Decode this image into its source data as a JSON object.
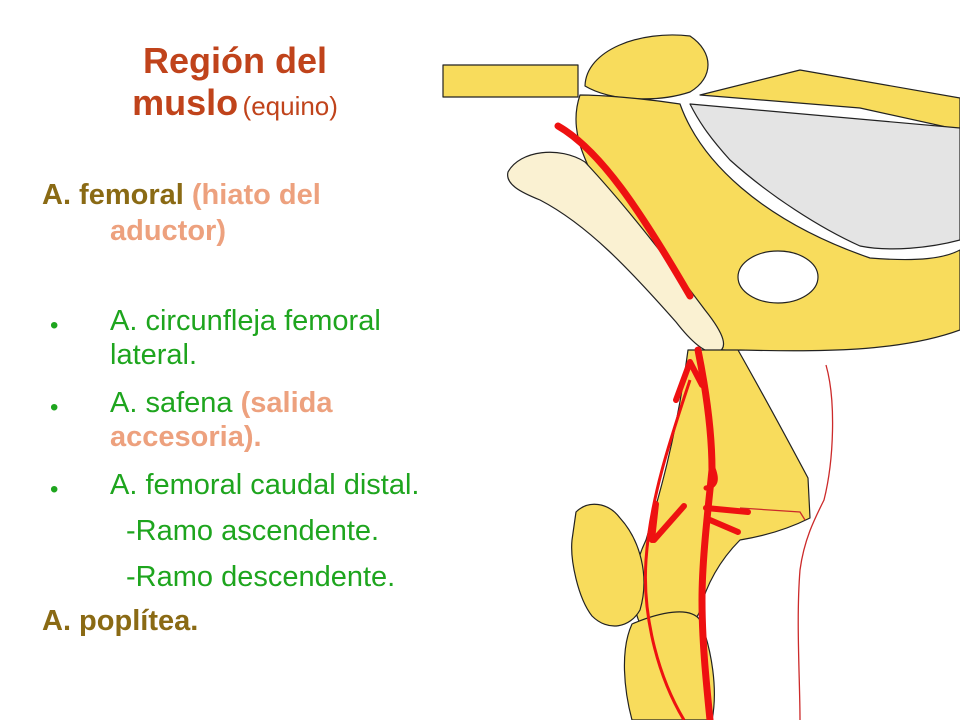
{
  "title": {
    "line1": "Región del",
    "line2": "muslo",
    "line2_suffix": "(equino)"
  },
  "femoral": {
    "name": "A. femoral",
    "note_line1": "(hiato del",
    "note_line2": "aductor)"
  },
  "bullet_symbol": "•",
  "branches": {
    "circunfleja_line1": "A. circunfleja femoral",
    "circunfleja_line2": "lateral.",
    "safena_name": "A. safena",
    "safena_note_line1": "(salida",
    "safena_note_line2": "accesoria).",
    "caudal": "A. femoral caudal distal.",
    "ascendente": "-Ramo ascendente.",
    "descendente": "-Ramo descendente."
  },
  "poplitea": "A. poplítea.",
  "colors": {
    "title": "#c0431b",
    "femoral": "#8a6a14",
    "note": "#eda17e",
    "branches": "#1ea51e",
    "bone": "#f8dc5c",
    "bone_light": "#faf1d2",
    "bone_gray": "#e4e4e4",
    "artery": "#ee1111",
    "vein_thin": "#cc2a2a"
  }
}
